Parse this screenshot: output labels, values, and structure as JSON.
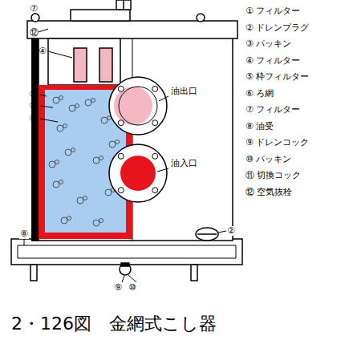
{
  "diagram": {
    "caption": "2・126図　金網式こし器",
    "labels": [
      "⑦",
      "⑫",
      "④",
      "①",
      "⑤",
      "⑥",
      "油出口",
      "油入口",
      "⑧",
      "②",
      "⑨",
      "⑩",
      "① フィルター",
      "② ドレンプラグ",
      "③ パッキン",
      "④ フィルター",
      "⑤ 枠フィルター",
      "⑥ ろ網",
      "⑦ フィルター",
      "⑧ 油受",
      "⑨ ドレンコック",
      "⑩ パッキン",
      "⑪ 切換コック",
      "⑫ 空気抜栓"
    ]
  }
}
